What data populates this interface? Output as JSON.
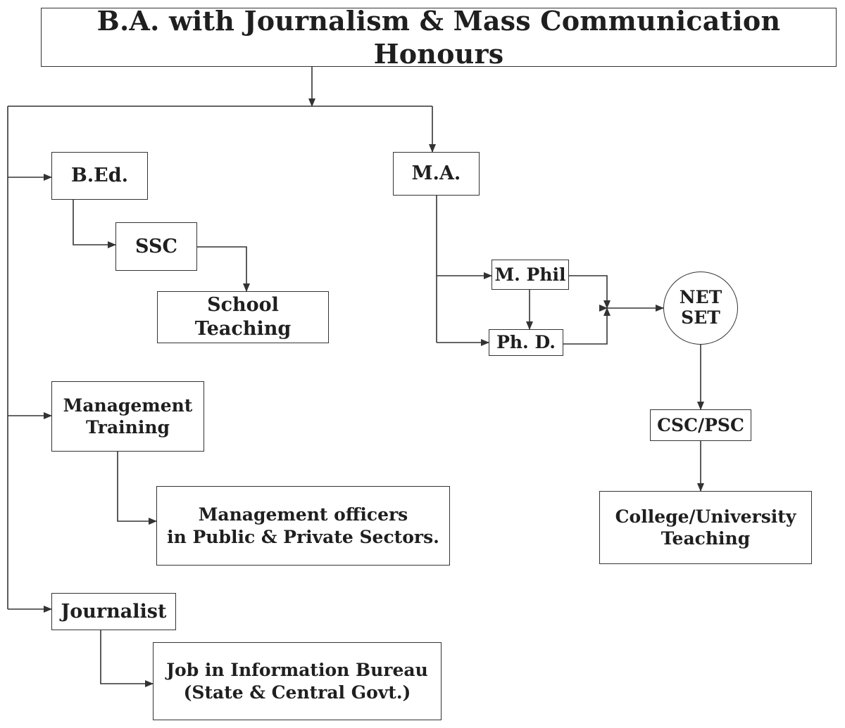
{
  "title": "B.A. with Journalism & Mass Communication Honours",
  "nodes": {
    "bed": "B.Ed.",
    "ssc": "SSC",
    "school_teaching": "School Teaching",
    "management_training": [
      "Management",
      "Training"
    ],
    "management_officers": [
      "Management officers",
      "in Public & Private Sectors."
    ],
    "journalist": "Journalist",
    "info_bureau": [
      "Job in Information Bureau",
      "(State & Central Govt.)"
    ],
    "ma": "M.A.",
    "mphil": "M. Phil",
    "phd": "Ph. D.",
    "net_set": [
      "NET",
      "SET"
    ],
    "csc_psc": "CSC/PSC",
    "college_teaching": [
      "College/University",
      "Teaching"
    ]
  }
}
